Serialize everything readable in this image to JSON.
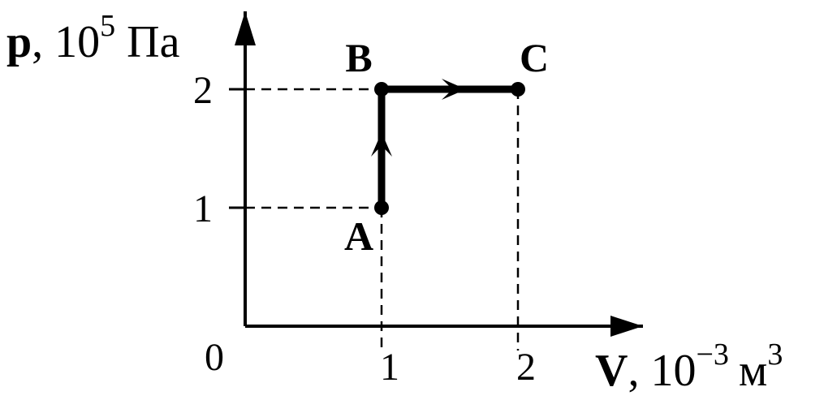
{
  "chart_data": {
    "type": "line",
    "ylabel": {
      "var": "p",
      "sep": ",",
      "unit_base": "10",
      "unit_exp": "5",
      "unit_name": "Па"
    },
    "xlabel": {
      "var": "V",
      "sep": ",",
      "unit_base": "10",
      "unit_exp": "−3",
      "unit_name": "м",
      "unit_name_exp": "3"
    },
    "origin_label": "0",
    "x_ticks": [
      {
        "value": 1,
        "label": "1"
      },
      {
        "value": 2,
        "label": "2"
      }
    ],
    "y_ticks": [
      {
        "value": 1,
        "label": "1"
      },
      {
        "value": 2,
        "label": "2"
      }
    ],
    "xlim": [
      0,
      2.8
    ],
    "ylim": [
      0,
      2.7
    ],
    "points": [
      {
        "label": "A",
        "x": 1,
        "y": 1
      },
      {
        "label": "B",
        "x": 1,
        "y": 2
      },
      {
        "label": "C",
        "x": 2,
        "y": 2
      }
    ],
    "path": [
      "A",
      "B",
      "C"
    ],
    "grid": false,
    "color": "#000000"
  }
}
